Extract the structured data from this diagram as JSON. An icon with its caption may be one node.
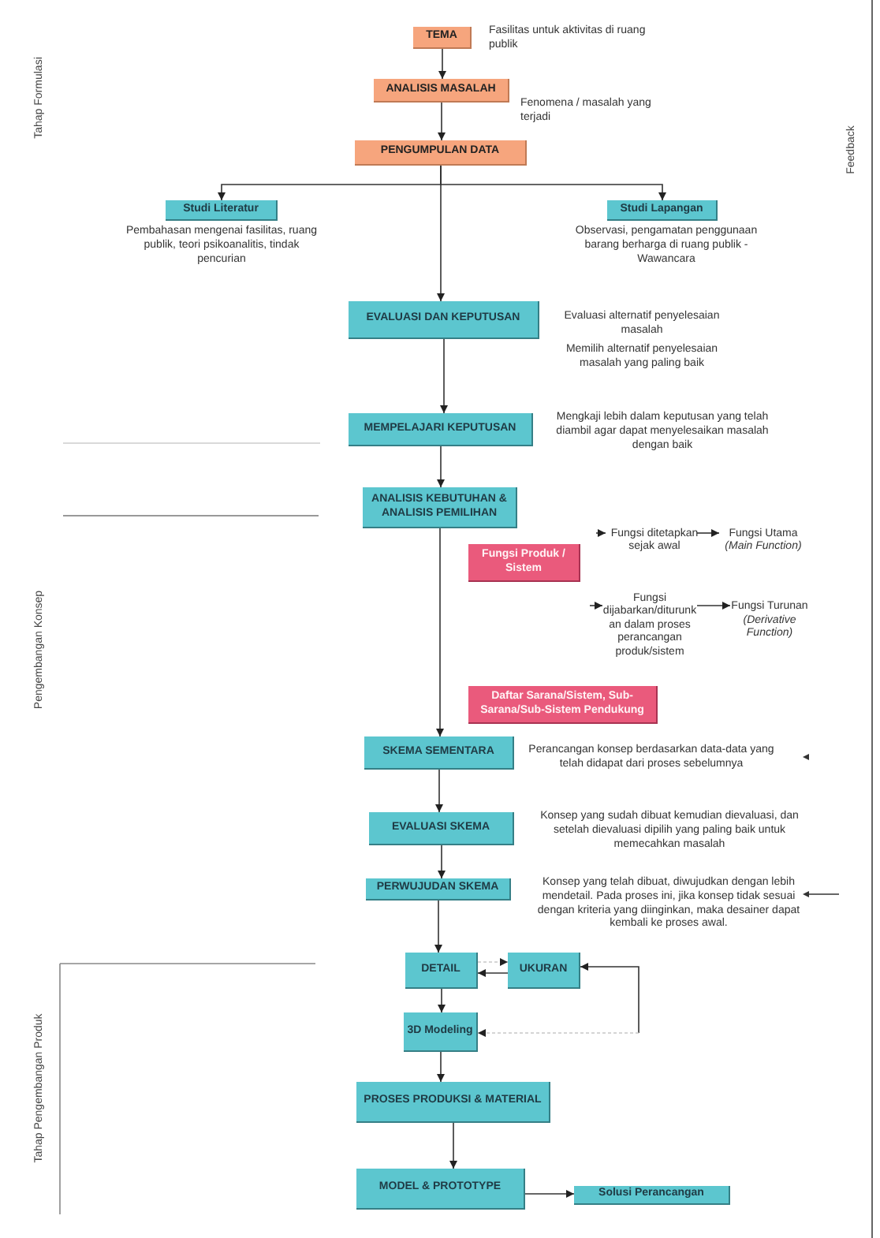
{
  "diagram": {
    "nodes": [
      {
        "text": [
          "TEMA"
        ],
        "beside": [
          "Fasilitas untuk aktivitas di ruang publik"
        ]
      },
      {
        "text": [
          "ANALISIS MASALAH"
        ],
        "beside": [
          "Fenomena / masalah yang terjadi"
        ]
      },
      {
        "text": [
          "PENGUMPULAN DATA"
        ]
      },
      {
        "text": [
          "Studi Literatur"
        ],
        "beside": [
          "Pembahasan mengenai fasilitas, ruang publik, teori psikoanalitis, tindak pencurian"
        ]
      },
      {
        "text": [
          "Studi Lapangan"
        ],
        "beside": [
          "Observasi, pengamatan penggunaan barang berharga di ruang publik -Wawancara"
        ]
      },
      {
        "text": [
          "EVALUASI DAN KEPUTUSAN"
        ],
        "beside": [
          "Evaluasi alternatif penyelesaian masalah",
          "Memilih alternatif penyelesaian masalah yang paling baik"
        ]
      },
      {
        "text": [
          "MEMPELAJARI KEPUTUSAN"
        ],
        "beside": [
          "Mengkaji lebih dalam keputusan yang telah diambil agar dapat menyelesaikan masalah dengan baik"
        ]
      },
      {
        "text": [
          "ANALISIS KEBUTUHAN & ANALISIS PEMILIHAN"
        ]
      },
      {
        "text": [
          "Fungsi Produk / Sistem"
        ]
      },
      {
        "text": [
          "Fungsi ditetapkan sejak awal"
        ]
      },
      {
        "text": [
          "Fungsi Utama *(Main Function)*"
        ]
      },
      {
        "text": [
          "Fungsi dijabarkan/diturunkan dalam proses perancangan produk/sistem"
        ]
      },
      {
        "text": [
          "Fungsi Turunan *(Derivative Function)*"
        ]
      },
      {
        "text": [
          "Daftar Sarana/Sistem, Sub-Sarana/Sub-Sistem Pendukung"
        ]
      },
      {
        "text": [
          "SKEMA SEMENTARA"
        ],
        "beside": [
          "Perancangan konsep berdasarkan data-data yang telah didapat dari proses sebelumnya"
        ]
      },
      {
        "text": [
          "EVALUASI SKEMA"
        ],
        "beside": [
          "Konsep yang sudah dibuat kemudian dievaluasi, dan setelah dievaluasi dipilih yang paling baik untuk memecahkan masalah"
        ]
      },
      {
        "text": [
          "PERWUJUDAN SKEMA"
        ],
        "beside": [
          "Konsep yang telah dibuat, diwujudkan dengan lebih mendetail. Pada proses ini, jika konsep tidak sesuai dengan kriteria yang diinginkan, maka desainer dapat kembali ke proses awal."
        ]
      },
      {
        "text": [
          "DETAIL"
        ]
      },
      {
        "text": [
          "UKURAN"
        ]
      },
      {
        "text": [
          "3D Modeling"
        ]
      },
      {
        "text": [
          "PROSES PRODUKSI & MATERIAL"
        ]
      },
      {
        "text": [
          "MODEL & PROTOTYPE"
        ]
      },
      {
        "text": [
          "Solusi Perancangan"
        ]
      }
    ],
    "edges": [
      {
        "from": 0,
        "to": 1,
        "arrow": "to"
      },
      {
        "from": 1,
        "to": 2,
        "arrow": "to"
      },
      {
        "from": 2,
        "to": 3,
        "arrow": "to"
      },
      {
        "from": 2,
        "to": 4,
        "arrow": "to"
      },
      {
        "from": 2,
        "to": 5,
        "arrow": "to"
      },
      {
        "from": 5,
        "to": 6,
        "arrow": "to"
      },
      {
        "from": 6,
        "to": 7,
        "arrow": "to"
      },
      {
        "from": 7,
        "to": 14,
        "arrow": "to"
      },
      {
        "from": null,
        "to": 9,
        "arrow": "to"
      },
      {
        "from": 9,
        "to": 10,
        "arrow": "to"
      },
      {
        "from": null,
        "to": 11,
        "arrow": "to"
      },
      {
        "from": 11,
        "to": 12,
        "arrow": "to"
      },
      {
        "from": 14,
        "to": 15,
        "arrow": "to"
      },
      {
        "from": 15,
        "to": 16,
        "arrow": "to"
      },
      {
        "from": 16,
        "to": 17,
        "arrow": "to"
      },
      {
        "from": 17,
        "to": 18,
        "arrow": "to",
        "style": "dashed",
        "color": "#c8c8c8"
      },
      {
        "from": 18,
        "to": 17,
        "arrow": "to"
      },
      {
        "from": 17,
        "to": 19,
        "arrow": "to"
      },
      {
        "from": null,
        "to": 18,
        "arrow": "to"
      },
      {
        "from": null,
        "to": 19,
        "arrow": "to",
        "style": "dashed",
        "color": "#c8c8c8"
      },
      {
        "from": 19,
        "to": 20,
        "arrow": "to"
      },
      {
        "from": 20,
        "to": 21,
        "arrow": "to"
      },
      {
        "from": 21,
        "to": 22,
        "arrow": "to"
      }
    ],
    "labels": [
      "Tahap Formulasi",
      "Feedback",
      "Pengembangan Konsep",
      "Tahap Pengembangan Produk"
    ]
  }
}
